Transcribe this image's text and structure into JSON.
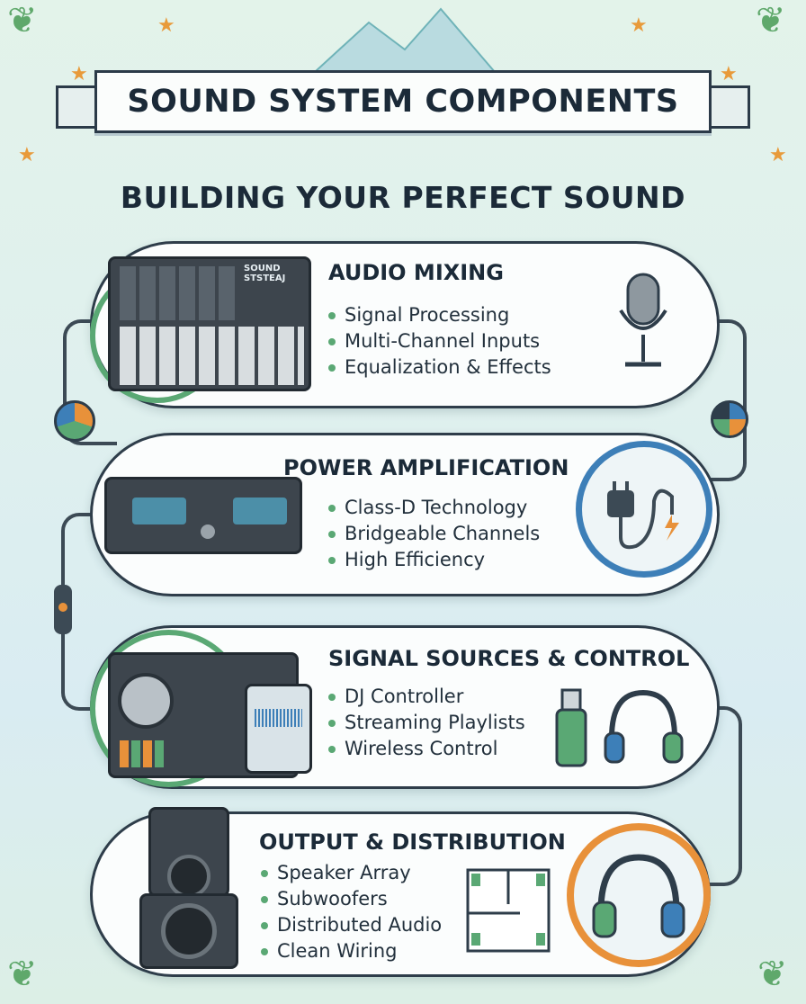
{
  "header": {
    "title": "SOUND SYSTEM COMPONENTS",
    "subtitle": "BUILDING YOUR PERFECT SOUND"
  },
  "sections": [
    {
      "title": "AUDIO MIXING",
      "bullets": [
        "Signal Processing",
        "Multi-Channel Inputs",
        "Equalization & Effects"
      ],
      "device": "mixer",
      "icon": "microphone-icon",
      "device_logo": "SOUND STSTEAJ"
    },
    {
      "title": "POWER AMPLIFICATION",
      "bullets": [
        "Class-D Technology",
        "Bridgeable Channels",
        "High Efficiency"
      ],
      "device": "amplifier",
      "icon": "power-plug-icon"
    },
    {
      "title": "SIGNAL SOURCES & CONTROL",
      "bullets": [
        "DJ Controller",
        "Streaming Playlists",
        "Wireless Control"
      ],
      "device": "dj-controller",
      "icon": "usb-headphones-icon"
    },
    {
      "title": "OUTPUT & DISTRIBUTION",
      "bullets": [
        "Speaker Array",
        "Subwoofers",
        "Distributed Audio",
        "Clean Wiring"
      ],
      "device": "speakers",
      "icon": "headphones-icon"
    }
  ],
  "colors": {
    "text": "#1b2a38",
    "accent_green": "#5aa874",
    "accent_orange": "#e8913a",
    "accent_blue": "#3d7fb8",
    "background": "#e0f1ec"
  }
}
